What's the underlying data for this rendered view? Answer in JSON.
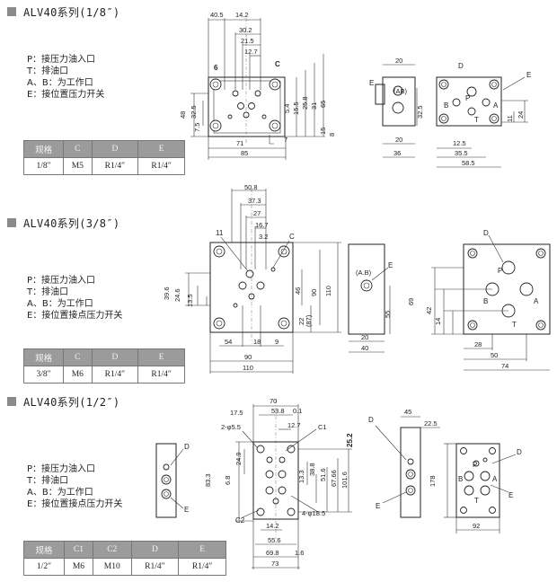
{
  "sections": [
    {
      "title": "ALV40系列(1/8″)",
      "legend": [
        "P：接压力油入口",
        "T：排油口",
        "A、B：为工作口",
        "E：接位置压力开关"
      ],
      "table": {
        "headers": [
          "规格",
          "C",
          "D",
          "E"
        ],
        "values": [
          "1/8″",
          "M5",
          "R1/4″",
          "R1/4″"
        ]
      },
      "dims": {
        "top": [
          "40.5",
          "14.2",
          "30.2",
          "21.5",
          "12.7"
        ],
        "left": [
          "48",
          "32.5",
          "7.5"
        ],
        "mid": [
          "5.4",
          "15.5",
          "25.8",
          "31"
        ],
        "right": [
          "65",
          "8",
          "15"
        ],
        "bottom": [
          "71",
          "7",
          "85"
        ],
        "side": [
          "20",
          "(AB)",
          "32.5",
          "20",
          "36"
        ],
        "port": [
          "11",
          "24",
          "12.5",
          "35.5",
          "58.5"
        ],
        "labels": [
          "6",
          "C",
          "E",
          "D",
          "P",
          "B",
          "A",
          "T"
        ]
      }
    },
    {
      "title": "ALV40系列(3/8″)",
      "legend": [
        "P：接压力油入口",
        "T：排油口",
        "A、B：为工作口",
        "E：接位置接点压力开关"
      ],
      "table": {
        "headers": [
          "规格",
          "C",
          "D",
          "E"
        ],
        "values": [
          "3/8″",
          "M6",
          "R1/4″",
          "R1/4″"
        ]
      },
      "dims": {
        "top": [
          "50.8",
          "37.3",
          "27",
          "16.7",
          "3.2"
        ],
        "left": [
          "39.6",
          "24.6",
          "13.5"
        ],
        "mid": [
          "46",
          "90",
          "22",
          "(87)"
        ],
        "right": [
          "110"
        ],
        "bottom": [
          "54",
          "18",
          "9",
          "90",
          "110"
        ],
        "side": [
          "(A.B)",
          "55",
          "20",
          "40"
        ],
        "port": [
          "69",
          "42",
          "14",
          "28",
          "50",
          "74"
        ],
        "labels": [
          "11",
          "C",
          "E",
          "D",
          "P",
          "B",
          "A",
          "T"
        ]
      }
    },
    {
      "title": "ALV40系列(1/2″)",
      "legend": [
        "P：接压力油入口",
        "T：排油口",
        "A、B：为工作口",
        "E：接位置接点压力开关"
      ],
      "table": {
        "headers": [
          "规格",
          "C1",
          "C2",
          "D",
          "E"
        ],
        "values": [
          "1/2″",
          "M6",
          "M10",
          "R1/4″",
          "R1/4″"
        ]
      },
      "dims": {
        "top": [
          "70",
          "53.8",
          "0.1",
          "12.7",
          "17.5",
          "2-φ5.5",
          "C1"
        ],
        "left": [
          "24.9",
          "83.3",
          "6.8"
        ],
        "mid": [
          "13.3",
          "38.8",
          "51.6",
          "67.66",
          "101.6"
        ],
        "right": [
          "25.2",
          "4-φ18.5"
        ],
        "bottom": [
          "14.2",
          "55.6",
          "69.8",
          "1.6",
          "73"
        ],
        "side": [
          "45",
          "22.5",
          "178",
          "92"
        ],
        "labels": [
          "D",
          "E",
          "C2",
          "D",
          "E",
          "P",
          "B",
          "A",
          "T"
        ]
      }
    }
  ]
}
